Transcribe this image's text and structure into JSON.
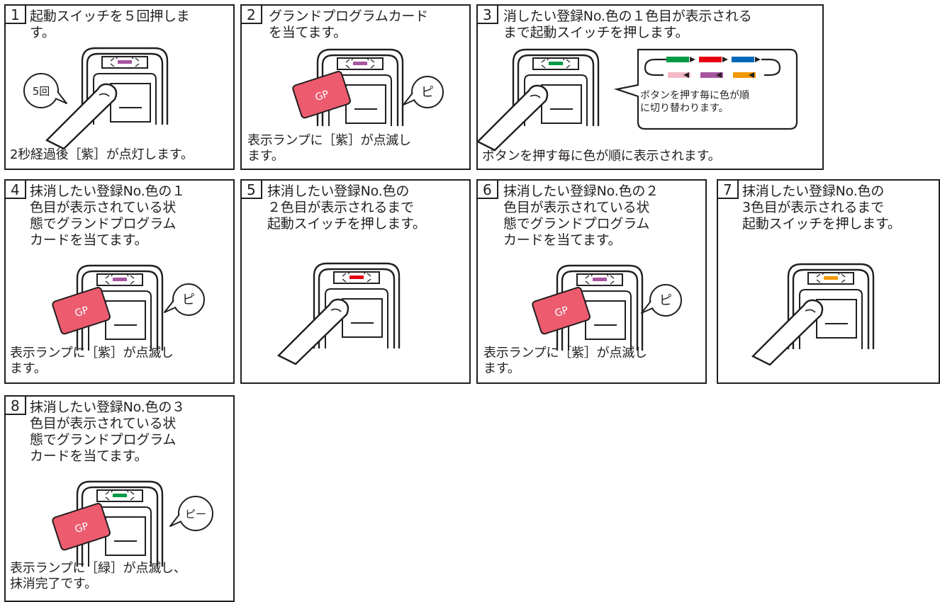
{
  "colors": {
    "purple": "#a8559f",
    "green": "#009944",
    "red": "#e60012",
    "blue": "#0068b7",
    "pink": "#f4b9c6",
    "orange": "#f39800",
    "card": "#ed5b6e",
    "line": "#231f20"
  },
  "panels": [
    {
      "step": "1",
      "text": "起動スイッチを５回押しま\nす。",
      "note": "2秒経過後［紫］が点灯します。",
      "bubble": "5回",
      "lamp": "purple",
      "action": "press"
    },
    {
      "step": "2",
      "text": "グランドプログラムカード\nを当てます。",
      "note": "表示ランプに［紫］が点滅し\nます。",
      "bubble": "ピ",
      "lamp": "purple",
      "action": "card",
      "card_label": "GP"
    },
    {
      "step": "3",
      "text": "消したい登録No.色の１色目が表示される\nまで起動スイッチを押します。",
      "note": "ボタンを押す毎に色が順に表示されます。",
      "lamp": "green",
      "action": "press",
      "callout": "ボタンを押す毎に色が順\nに切り替わります。",
      "cycle_top": [
        "green",
        "red",
        "blue"
      ],
      "cycle_bottom": [
        "pink",
        "purple",
        "orange"
      ]
    },
    {
      "step": "4",
      "text": "抹消したい登録No.色の１\n色目が表示されている状\n態でグランドプログラム\nカードを当てます。",
      "note": "表示ランプに［紫］が点滅し\nます。",
      "bubble": "ピ",
      "lamp": "purple",
      "action": "card",
      "card_label": "GP"
    },
    {
      "step": "5",
      "text": "抹消したい登録No.色の\n２色目が表示されるまで\n起動スイッチを押します。",
      "note": "",
      "lamp": "red",
      "action": "press"
    },
    {
      "step": "6",
      "text": "抹消したい登録No.色の２\n色目が表示されている状\n態でグランドプログラム\nカードを当てます。",
      "note": "表示ランプに［紫］が点滅し\nます。",
      "bubble": "ピ",
      "lamp": "purple",
      "action": "card",
      "card_label": "GP"
    },
    {
      "step": "7",
      "text": "抹消したい登録No.色の\n3色目が表示されるまで\n起動スイッチを押します。",
      "note": "",
      "lamp": "orange",
      "action": "press"
    },
    {
      "step": "8",
      "text": "抹消したい登録No.色の３\n色目が表示されている状\n態でグランドプログラム\nカードを当てます。",
      "note": "表示ランプに［緑］が点滅し、\n抹消完了です。",
      "bubble": "ピー",
      "lamp": "green",
      "action": "card",
      "card_label": "GP"
    }
  ]
}
